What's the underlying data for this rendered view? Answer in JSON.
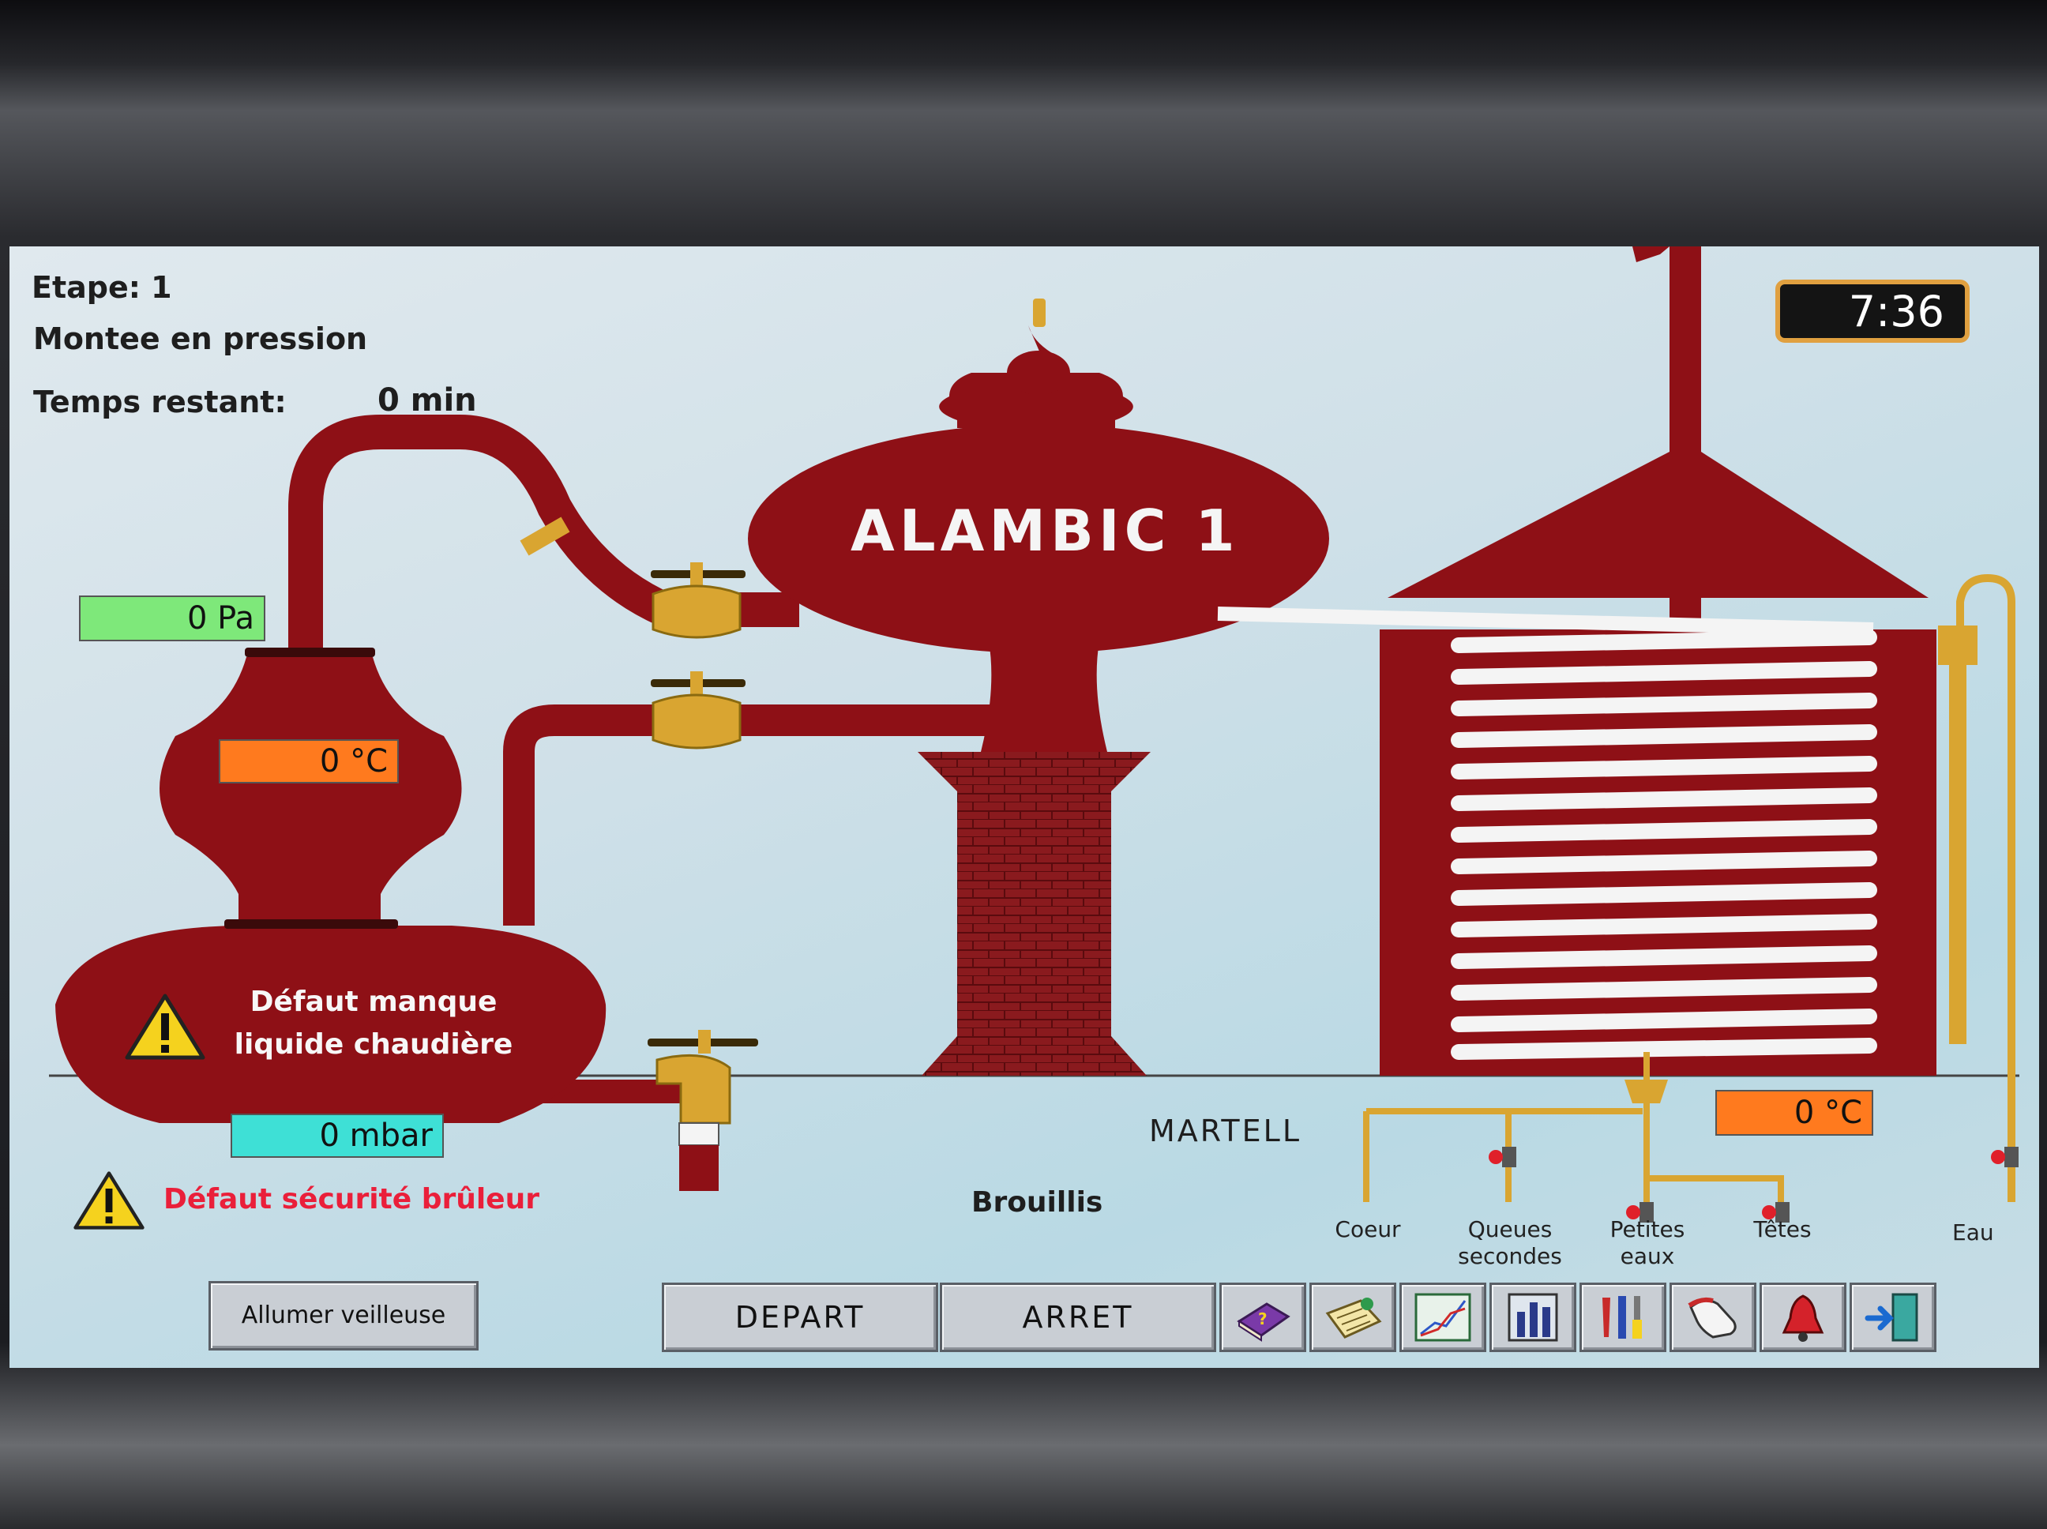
{
  "status": {
    "etape": "Etape: 1",
    "phase": "Montee en pression",
    "temps_label": "Temps restant:",
    "temps_value": "0 min"
  },
  "clock": "7:36",
  "still": {
    "title": "ALAMBIC 1",
    "pressure_pa": "0 Pa",
    "temp_column": "0 °C",
    "pressure_mbar": "0 mbar",
    "temp_condenser": "0 °C"
  },
  "alarms": {
    "liquid": "Défaut manque liquide chaudière",
    "burner": "Défaut sécurité brûleur"
  },
  "labels": {
    "brand": "MARTELL",
    "brouillis": "Brouillis"
  },
  "outlets": [
    {
      "label": "Coeur"
    },
    {
      "label": "Queues secondes"
    },
    {
      "label": "Petites eaux"
    },
    {
      "label": "Têtes"
    },
    {
      "label": "Eau"
    }
  ],
  "buttons": {
    "veilleuse": "Allumer veilleuse",
    "depart": "DEPART",
    "arret": "ARRET"
  },
  "toolbar": [
    {
      "icon": "help-book-icon"
    },
    {
      "icon": "notes-icon"
    },
    {
      "icon": "trend-chart-icon"
    },
    {
      "icon": "bargraph-icon"
    },
    {
      "icon": "tools-icon"
    },
    {
      "icon": "hand-icon"
    },
    {
      "icon": "alarm-bell-icon"
    },
    {
      "icon": "exit-icon"
    }
  ],
  "colors": {
    "copper": "#8e1016",
    "brass": "#d9a531",
    "background": "#d3e4ec",
    "display_green": "#7ee87a",
    "display_orange": "#ff7a1e",
    "display_cyan": "#3ee0d6",
    "alarm_text": "#ea1f3a"
  }
}
